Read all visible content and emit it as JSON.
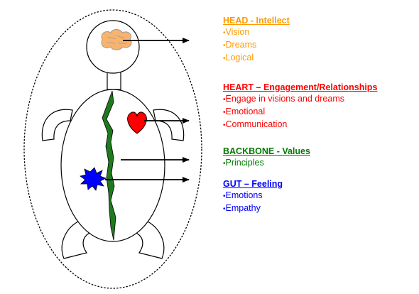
{
  "colors": {
    "head": "#FF9900",
    "heart": "#FF0000",
    "backbone": "#007A00",
    "gut": "#0000FF",
    "brain_fill": "#F8B36E",
    "heart_shape_fill": "#FF0000",
    "spine_fill": "#1F7A1F",
    "star_fill": "#0000FF",
    "outline": "#000000"
  },
  "icons": {
    "brain": "brain-icon",
    "heart": "heart-icon",
    "spine": "spine-icon",
    "gut": "burst-icon"
  },
  "sections": {
    "head": {
      "title": "HEAD - Intellect",
      "bullet_char": "•",
      "items": [
        "Vision",
        "Dreams",
        "Logical"
      ]
    },
    "heart": {
      "title": "HEART – Engagement/Relationships",
      "bullet_char": "•",
      "items": [
        "Engage in visions and dreams",
        "Emotional",
        "Communication"
      ]
    },
    "backbone": {
      "title": "BACKBONE - Values",
      "bullet_char": "•",
      "items": [
        "Principles"
      ]
    },
    "gut": {
      "title": "GUT – Feeling",
      "bullet_char": "•",
      "items": [
        "Emotions",
        "Empathy"
      ]
    }
  }
}
